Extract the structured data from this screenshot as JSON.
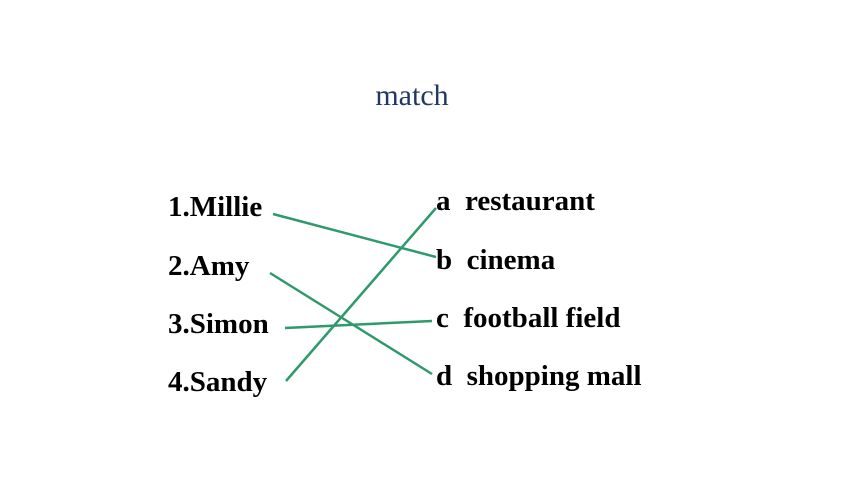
{
  "title": "match",
  "colors": {
    "title": "#1f3864",
    "line": "#2e9a6c",
    "text": "#000000"
  },
  "names": [
    {
      "label": "1.Millie"
    },
    {
      "label": "2.Amy"
    },
    {
      "label": "3.Simon"
    },
    {
      "label": "4.Sandy"
    }
  ],
  "places": [
    {
      "label": "a  restaurant"
    },
    {
      "label": "b  cinema"
    },
    {
      "label": "c  football field"
    },
    {
      "label": "d  shopping mall"
    }
  ],
  "matches": [
    {
      "name": "1.Millie",
      "place": "b  cinema"
    },
    {
      "name": "2.Amy",
      "place": "d  shopping mall"
    },
    {
      "name": "3.Simon",
      "place": "c  football field"
    },
    {
      "name": "4.Sandy",
      "place": "a  restaurant"
    }
  ]
}
